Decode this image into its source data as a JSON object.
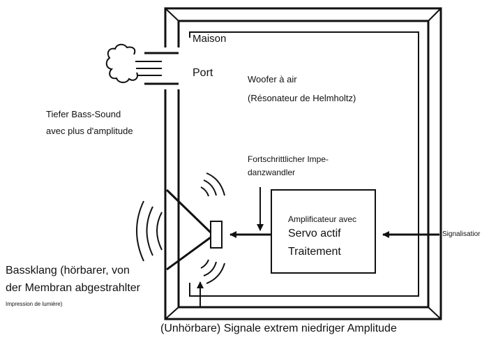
{
  "labels": {
    "maison": "Maison",
    "port": "Port",
    "woofer_title": "Woofer à air",
    "woofer_subtitle": "(Résonateur de Helmholtz)",
    "bass_sound_line1": "Tiefer Bass-Sound",
    "bass_sound_line2": "avec plus d'amplitude",
    "impedance_line1": "Fortschrittlicher Impe-",
    "impedance_line2": "danzwandler",
    "amp_line1": "Amplificateur avec",
    "amp_line2": "Servo actif",
    "amp_line3": "Traitement",
    "signal_input": "Signalisatior",
    "bassklang_line1": "Bassklang (hörbarer, von",
    "bassklang_line2": "der Membran abgestrahlter",
    "bassklang_line3": "Impression de lumière)",
    "low_signals": "(Unhörbare) Signale extrem niedriger Amplitude"
  },
  "colors": {
    "stroke": "#111111",
    "background": "#ffffff"
  }
}
